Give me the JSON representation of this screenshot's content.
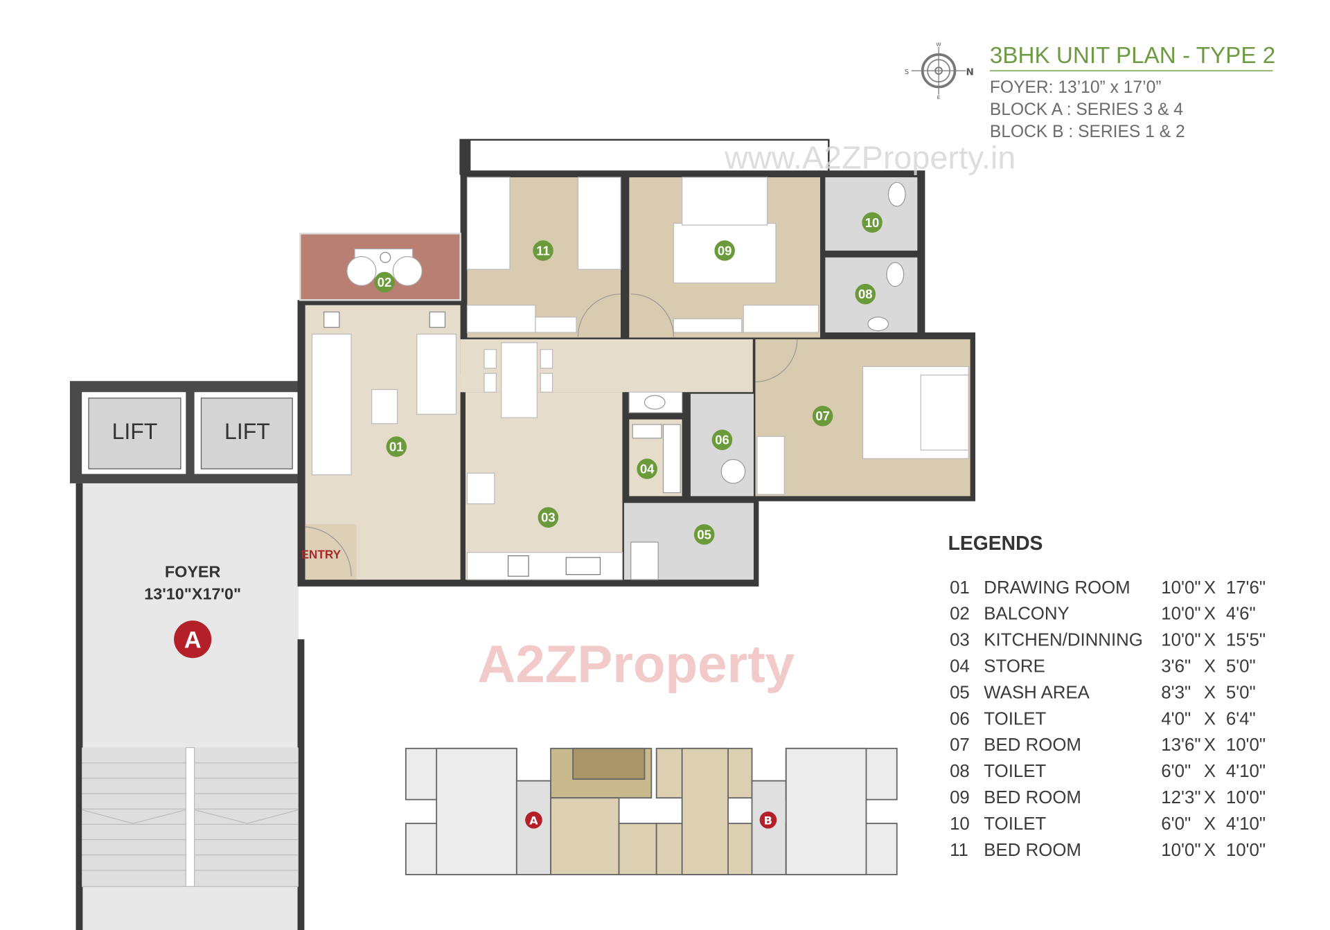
{
  "header": {
    "title": "3BHK UNIT PLAN - TYPE 2",
    "lines": [
      "FOYER: 13’10” x 17’0”",
      "BLOCK A : SERIES 3 & 4",
      "BLOCK B : SERIES 1 & 2"
    ],
    "title_color": "#6e9a44"
  },
  "compass": {
    "n": "N",
    "s": "S",
    "e": "E",
    "w": "W"
  },
  "watermark": {
    "url": "www.A2ZProperty.in",
    "logo": "A2ZProperty"
  },
  "plan": {
    "lift_left": "LIFT",
    "lift_right": "LIFT",
    "foyer_label": "FOYER",
    "foyer_size": "13'10\"X17'0\"",
    "foyer_block": "A",
    "entry": "ENTRY",
    "rooms": [
      "01",
      "02",
      "03",
      "04",
      "05",
      "06",
      "07",
      "08",
      "09",
      "10",
      "11"
    ],
    "room_marker_color": "#6a9a3a"
  },
  "key_plan": {
    "block_a": "A",
    "block_b": "B"
  },
  "legends": {
    "heading": "LEGENDS",
    "items": [
      {
        "no": "01",
        "name": "DRAWING ROOM",
        "w": "10'0\"",
        "x": "X",
        "h": "17'6\""
      },
      {
        "no": "02",
        "name": "BALCONY",
        "w": "10'0\"",
        "x": "X",
        "h": "4'6\""
      },
      {
        "no": "03",
        "name": "KITCHEN/DINNING",
        "w": "10'0\"",
        "x": "X",
        "h": "15'5\""
      },
      {
        "no": "04",
        "name": "STORE",
        "w": "3'6\"",
        "x": "X",
        "h": "5'0\""
      },
      {
        "no": "05",
        "name": "WASH AREA",
        "w": "8'3\"",
        "x": "X",
        "h": "5'0\""
      },
      {
        "no": "06",
        "name": "TOILET",
        "w": "4'0\"",
        "x": "X",
        "h": "6'4\""
      },
      {
        "no": "07",
        "name": "BED ROOM",
        "w": "13'6\"",
        "x": "X",
        "h": "10'0\""
      },
      {
        "no": "08",
        "name": "TOILET",
        "w": "6'0\"",
        "x": "X",
        "h": "4'10\""
      },
      {
        "no": "09",
        "name": "BED ROOM",
        "w": "12'3\"",
        "x": "X",
        "h": "10'0\""
      },
      {
        "no": "10",
        "name": "TOILET",
        "w": "6'0\"",
        "x": "X",
        "h": "4'10\""
      },
      {
        "no": "11",
        "name": "BED ROOM",
        "w": "10'0\"",
        "x": "X",
        "h": "10'0\""
      }
    ]
  }
}
